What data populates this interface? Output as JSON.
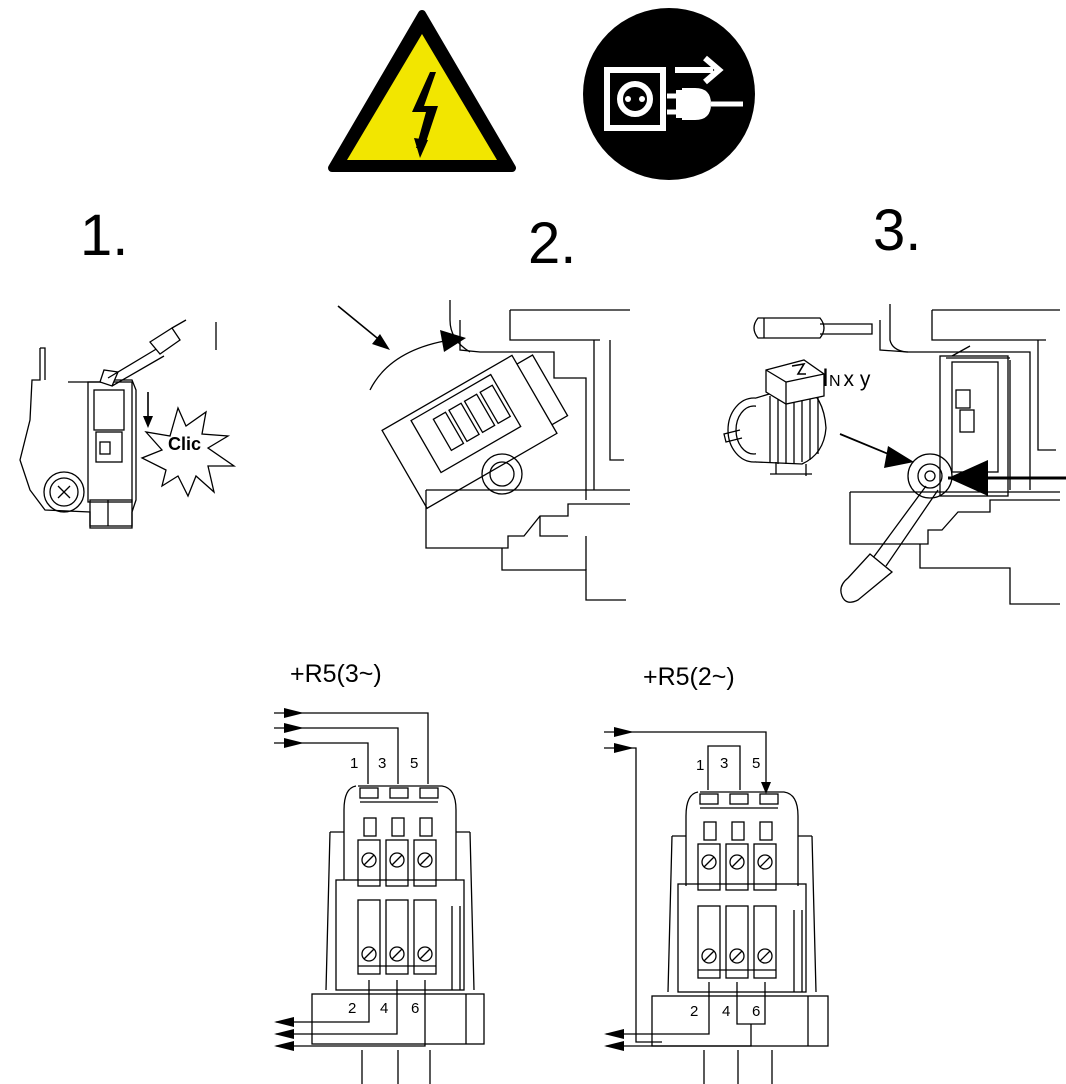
{
  "icons": {
    "warning": "electric-shock-warning-icon",
    "unplug": "disconnect-mains-icon"
  },
  "colors": {
    "warning_yellow": "#f2e600",
    "black": "#000000",
    "white": "#ffffff"
  },
  "steps": [
    {
      "number": "1.",
      "callout": "Clic"
    },
    {
      "number": "2."
    },
    {
      "number": "3.",
      "label_main": "I",
      "label_sub": "N",
      "label_rest": "x y"
    }
  ],
  "configs": [
    {
      "title": "+R5(3~)",
      "top_terminals": [
        "1",
        "3",
        "5"
      ],
      "bottom_terminals": [
        "2",
        "4",
        "6"
      ]
    },
    {
      "title": "+R5(2~)",
      "top_terminals": [
        "1",
        "3",
        "5"
      ],
      "bottom_terminals": [
        "2",
        "4",
        "6"
      ]
    }
  ]
}
